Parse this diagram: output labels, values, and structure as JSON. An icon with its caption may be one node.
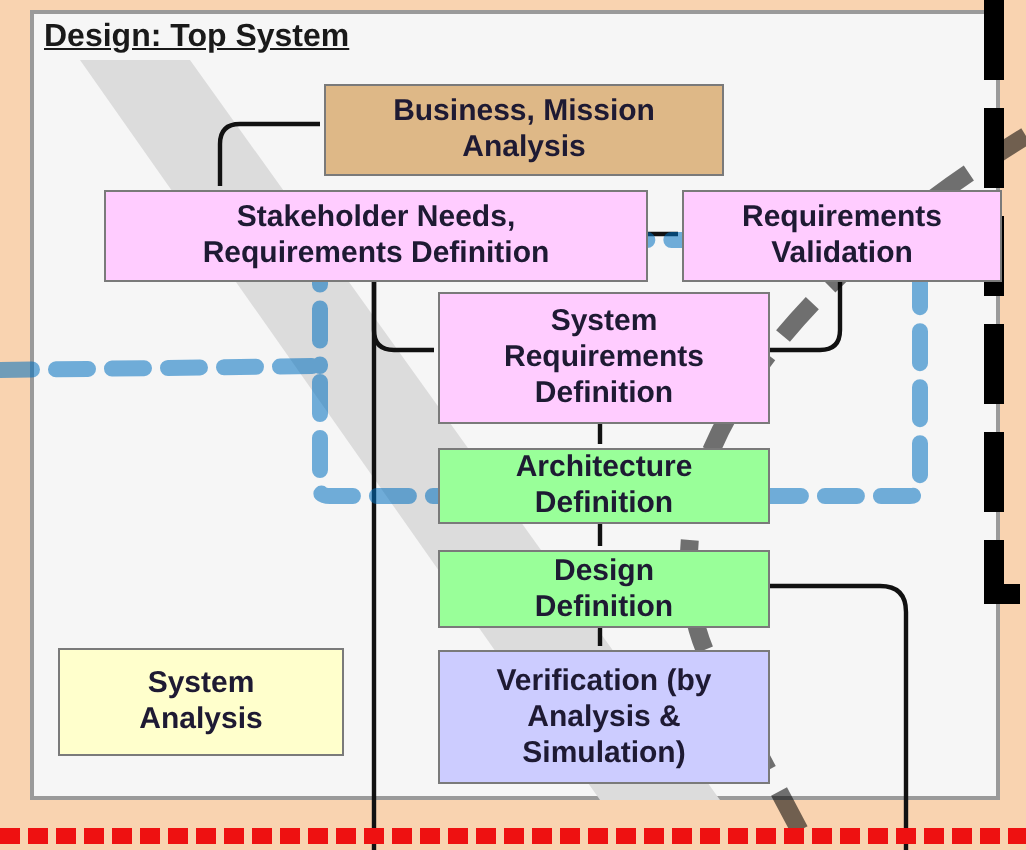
{
  "diagram": {
    "nodes": [
      {
        "text": [
          "Design: Top System"
        ]
      },
      {
        "text": [
          "Business, Mission Analysis"
        ],
        "in": 0
      },
      {
        "text": [
          "Stakeholder Needs, Requirements Definition"
        ],
        "in": 0
      },
      {
        "text": [
          "Requirements Validation"
        ],
        "in": 0
      },
      {
        "text": [
          "System Requirements Definition"
        ],
        "in": 0
      },
      {
        "text": [
          "Architecture Definition"
        ],
        "in": 0
      },
      {
        "text": [
          "Design Definition"
        ],
        "in": 0
      },
      {
        "text": [
          "Verification (by Analysis & Simulation)"
        ],
        "in": 0
      },
      {
        "text": [
          "System Analysis"
        ],
        "in": 0
      }
    ],
    "edges": [
      {
        "from": 2,
        "to": 1,
        "arrow": "none"
      },
      {
        "from": 2,
        "to": 3,
        "arrow": "none"
      },
      {
        "from": 2,
        "to": 4,
        "arrow": "none"
      },
      {
        "from": 2,
        "to": null,
        "arrow": "none"
      },
      {
        "from": 4,
        "to": 3,
        "arrow": "none"
      },
      {
        "from": 4,
        "to": 5,
        "arrow": "none"
      },
      {
        "from": 5,
        "to": 6,
        "arrow": "none"
      },
      {
        "from": 6,
        "to": 7,
        "arrow": "none"
      },
      {
        "from": 6,
        "to": null,
        "arrow": "none"
      }
    ]
  }
}
